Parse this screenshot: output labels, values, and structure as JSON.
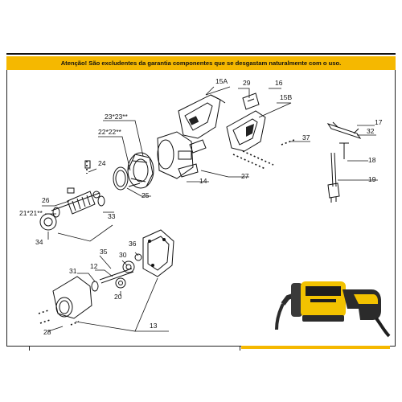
{
  "notice": "Atenção! São excludentes da garantia componentes que se desgastam naturalmente com o uso.",
  "colors": {
    "accent": "#f5b800",
    "product_body": "#f2c200",
    "product_dark": "#2b2b2b"
  },
  "callouts": {
    "c15a": "15A",
    "c29": "29",
    "c16": "16",
    "c15b": "15B",
    "c2323": "23*23**",
    "c2222": "22*22**",
    "c17": "17",
    "c32": "32",
    "c37": "37",
    "c18": "18",
    "c24": "24",
    "c25": "25",
    "c14": "14",
    "c27": "27",
    "c19": "19",
    "c26": "26",
    "c2121": "21*21**",
    "c33": "33",
    "c34": "34",
    "c35": "35",
    "c30": "30",
    "c36": "36",
    "c31": "31",
    "c12": "12",
    "c20": "20",
    "c13": "13",
    "c28": "28"
  }
}
